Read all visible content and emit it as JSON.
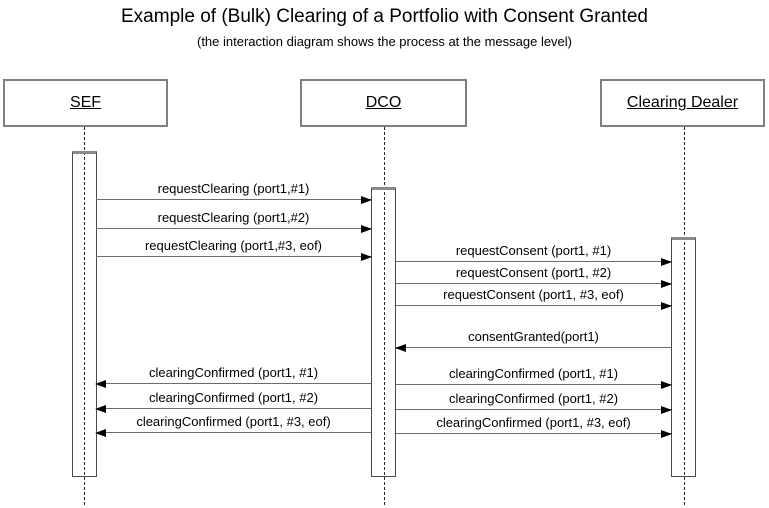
{
  "title": "Example of (Bulk) Clearing of a Portfolio with Consent Granted",
  "subtitle": "(the interaction diagram shows the process  at the message level)",
  "colors": {
    "background": "#ffffff",
    "box_border": "#7f7f7f",
    "message_line": "#6b6b6b",
    "arrowhead": "#000000",
    "text": "#000000"
  },
  "actors": [
    {
      "name": "SEF"
    },
    {
      "name": "DCO"
    },
    {
      "name": "Clearing Dealer"
    }
  ],
  "messages": [
    {
      "label": "requestClearing (port1,#1)",
      "from": "SEF",
      "to": "DCO",
      "direction": "right"
    },
    {
      "label": "requestClearing (port1,#2)",
      "from": "SEF",
      "to": "DCO",
      "direction": "right"
    },
    {
      "label": "requestClearing (port1,#3, eof)",
      "from": "SEF",
      "to": "DCO",
      "direction": "right"
    },
    {
      "label": "requestConsent (port1, #1)",
      "from": "DCO",
      "to": "Clearing Dealer",
      "direction": "right"
    },
    {
      "label": "requestConsent (port1, #2)",
      "from": "DCO",
      "to": "Clearing Dealer",
      "direction": "right"
    },
    {
      "label": "requestConsent (port1, #3, eof)",
      "from": "DCO",
      "to": "Clearing Dealer",
      "direction": "right"
    },
    {
      "label": "consentGranted(port1)",
      "from": "Clearing Dealer",
      "to": "DCO",
      "direction": "left"
    },
    {
      "label": "clearingConfirmed (port1, #1)",
      "from": "DCO",
      "to": "SEF",
      "direction": "left"
    },
    {
      "label": "clearingConfirmed (port1, #1)",
      "from": "DCO",
      "to": "Clearing Dealer",
      "direction": "right"
    },
    {
      "label": "clearingConfirmed (port1, #2)",
      "from": "DCO",
      "to": "SEF",
      "direction": "left"
    },
    {
      "label": "clearingConfirmed (port1, #2)",
      "from": "DCO",
      "to": "Clearing Dealer",
      "direction": "right"
    },
    {
      "label": "clearingConfirmed (port1, #3, eof)",
      "from": "DCO",
      "to": "SEF",
      "direction": "left"
    },
    {
      "label": "clearingConfirmed (port1, #3, eof)",
      "from": "DCO",
      "to": "Clearing Dealer",
      "direction": "right"
    }
  ]
}
